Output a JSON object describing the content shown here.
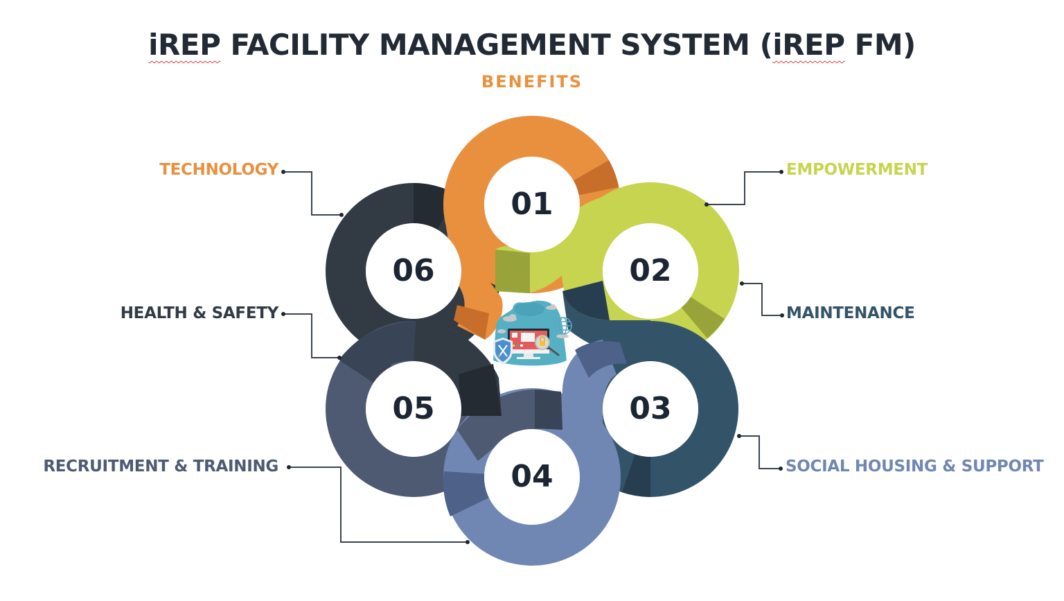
{
  "header": {
    "title_prefix": "iREP",
    "title_middle": " FACILITY MANAGEMENT SYSTEM (",
    "title_brand": "iREP",
    "title_suffix": " FM)",
    "subtitle": "BENEFITS"
  },
  "benefits": [
    {
      "number": "01",
      "label": "TECHNOLOGY",
      "color": "#e9903f",
      "shade": "#c86e2b"
    },
    {
      "number": "02",
      "label": "EMPOWERMENT",
      "color": "#c7d450",
      "shade": "#98a43a"
    },
    {
      "number": "03",
      "label": "MAINTENANCE",
      "color": "#335368",
      "shade": "#273e51"
    },
    {
      "number": "04",
      "label": "SOCIAL HOUSING & SUPPORT",
      "color": "#7087b3",
      "shade": "#4d6189"
    },
    {
      "number": "05",
      "label": "RECRUITMENT & TRAINING",
      "color": "#4d5a72",
      "shade": "#3a4457"
    },
    {
      "number": "06",
      "label": "HEALTH & SAFETY",
      "color": "#323a44",
      "shade": "#252b33"
    }
  ],
  "label_colors": {
    "technology": "#e9903f",
    "empowerment": "#c7d450",
    "maintenance": "#335368",
    "social_housing": "#7087b3",
    "recruitment": "#4d5a72",
    "health_safety": "#323a44"
  },
  "center_illustration": "it-security-monitor-illustration",
  "connector_color": "#3b4350"
}
